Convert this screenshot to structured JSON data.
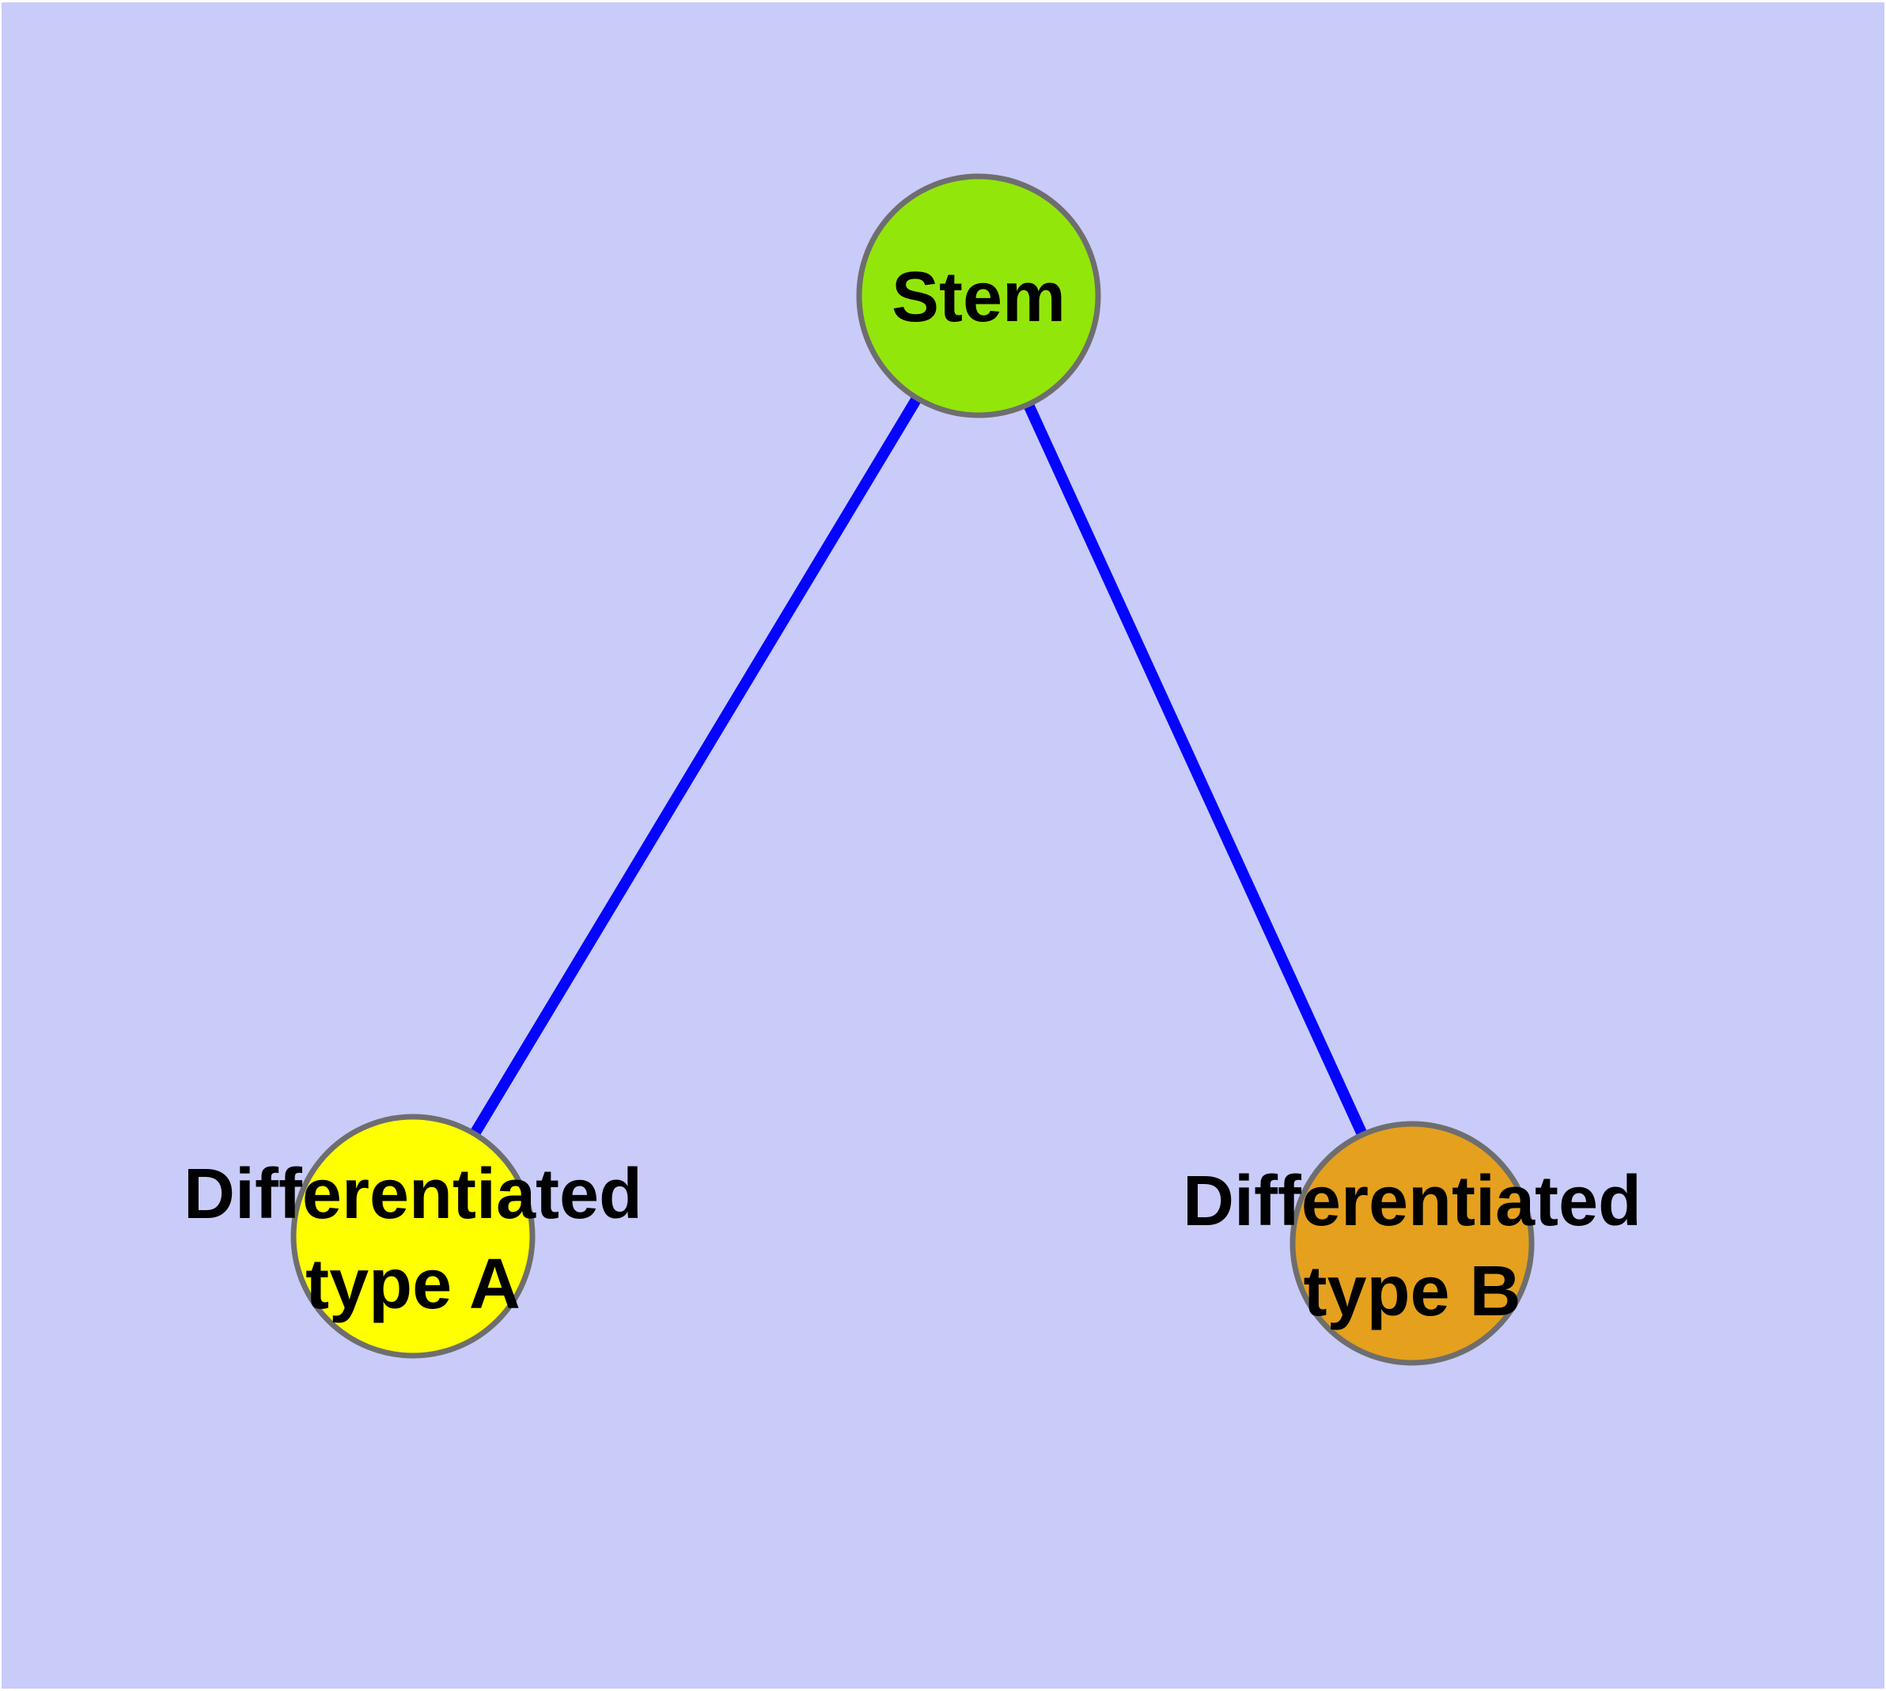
{
  "canvas": {
    "background": "#c9cbf9",
    "frame": "#ffffff"
  },
  "diagram": {
    "type": "node-link-graph",
    "edge_color": "#0404ff",
    "node_border_color": "#6e6e6e",
    "label_color": "#000000",
    "nodes": [
      {
        "id": "stem",
        "label": "Stem",
        "fill": "#93e60a"
      },
      {
        "id": "diff-a",
        "label_line1": "Differentiated",
        "label_line2": "type A",
        "fill": "#ffff00"
      },
      {
        "id": "diff-b",
        "label_line1": "Differentiated",
        "label_line2": "type B",
        "fill": "#e5a01e"
      }
    ],
    "edges": [
      {
        "from": "Stem",
        "to": "Differentiated type A"
      },
      {
        "from": "Stem",
        "to": "Differentiated type B"
      }
    ]
  }
}
